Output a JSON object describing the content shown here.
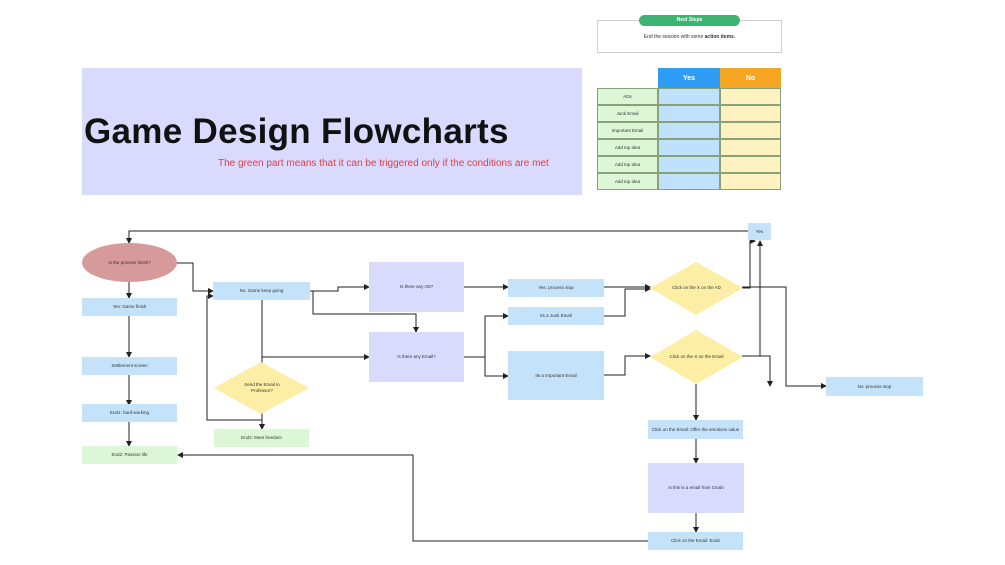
{
  "next_steps": {
    "pill": "Next Steps",
    "text_prefix": "End the session with some ",
    "text_bold": "action items."
  },
  "banner": {
    "title": "Game Design Flowcharts",
    "subtitle": "The green part means that it can be triggered only if the conditions are met"
  },
  "table": {
    "yes_label": "Yes",
    "no_label": "No",
    "rows": [
      "ADs",
      "Junk Email",
      "Important Email",
      "Add top idea",
      "Add top idea",
      "Add top idea"
    ]
  },
  "flow": {
    "is_finish": "Is the process finish?",
    "yes_finish": "Yes: Game finish",
    "settlement": "Settlement screen",
    "end1": "End1: hard-working",
    "end2": "End2: Passion life",
    "no_going": "No: Game keep going",
    "send_prof": "Send the Email to Professor?",
    "end3": "End3: Meet freedom",
    "any_ad": "Is there any AD?",
    "any_email": "Is there any Email?",
    "yes_stop": "Yes: process stop",
    "junk": "Its a Junk Email",
    "important": "Its a Important Email",
    "click_x_ad": "Click on the X on the AD",
    "click_x_email": "Click on the X on the Email",
    "yes_right": "Yes",
    "no_stop": "No: process stop",
    "click_email_offer": "Click on the Email: Offer the emotions value",
    "from_crush": "Is this is a email from Crush",
    "click_end2": "Click on the Email: End2"
  }
}
